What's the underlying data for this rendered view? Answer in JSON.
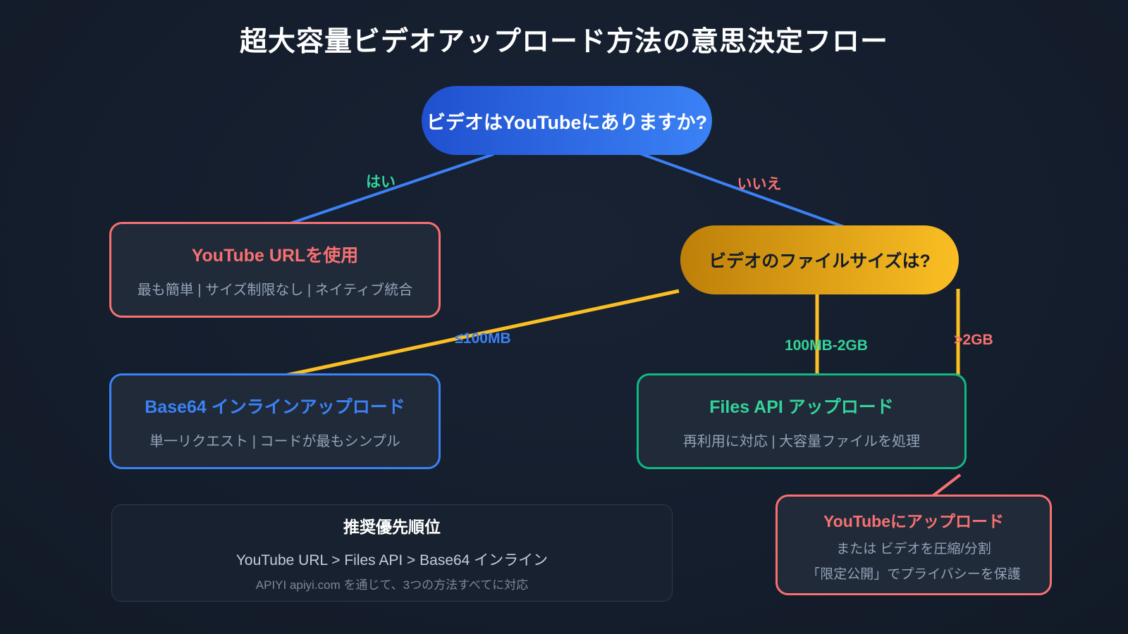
{
  "title": "超大容量ビデオアップロード方法の意思決定フロー",
  "nodes": {
    "question_youtube": {
      "label": "ビデオはYouTubeにありますか?"
    },
    "question_size": {
      "label": "ビデオのファイルサイズは?"
    },
    "youtube_url": {
      "title": "YouTube URLを使用",
      "subtitle": "最も簡単 | サイズ制限なし | ネイティブ統合"
    },
    "base64": {
      "title": "Base64 インラインアップロード",
      "subtitle": "単一リクエスト | コードが最もシンプル"
    },
    "files_api": {
      "title": "Files API アップロード",
      "subtitle": "再利用に対応 | 大容量ファイルを処理"
    },
    "upload_youtube": {
      "title": "YouTubeにアップロード",
      "line1": "または ビデオを圧縮/分割",
      "line2": "「限定公開」でプライバシーを保護"
    },
    "recommendation": {
      "title": "推奨優先順位",
      "priority": "YouTube URL > Files API > Base64 インライン",
      "note": "APIYI apiyi.com を通じて、3つの方法すべてに対応"
    }
  },
  "edge_labels": {
    "yes": "はい",
    "no": "いいえ",
    "small": "≤100MB",
    "medium": "100MB-2GB",
    "large": ">2GB"
  },
  "colors": {
    "bg": "#151e2d",
    "panel": "#202a39",
    "panel-subtle": "#18212f",
    "ink": "#ffffff",
    "blue": "#3b82f6",
    "blue-dark": "#2050cf",
    "green": "#34d399",
    "green-border": "#10b981",
    "yellow": "#fbbf24",
    "yellow-dark": "#bd7f09",
    "salmon": "#f87171",
    "muted": "#94a3b8",
    "light": "#c3cddb",
    "dim": "#7c8799",
    "hair": "#2e3a4e"
  }
}
